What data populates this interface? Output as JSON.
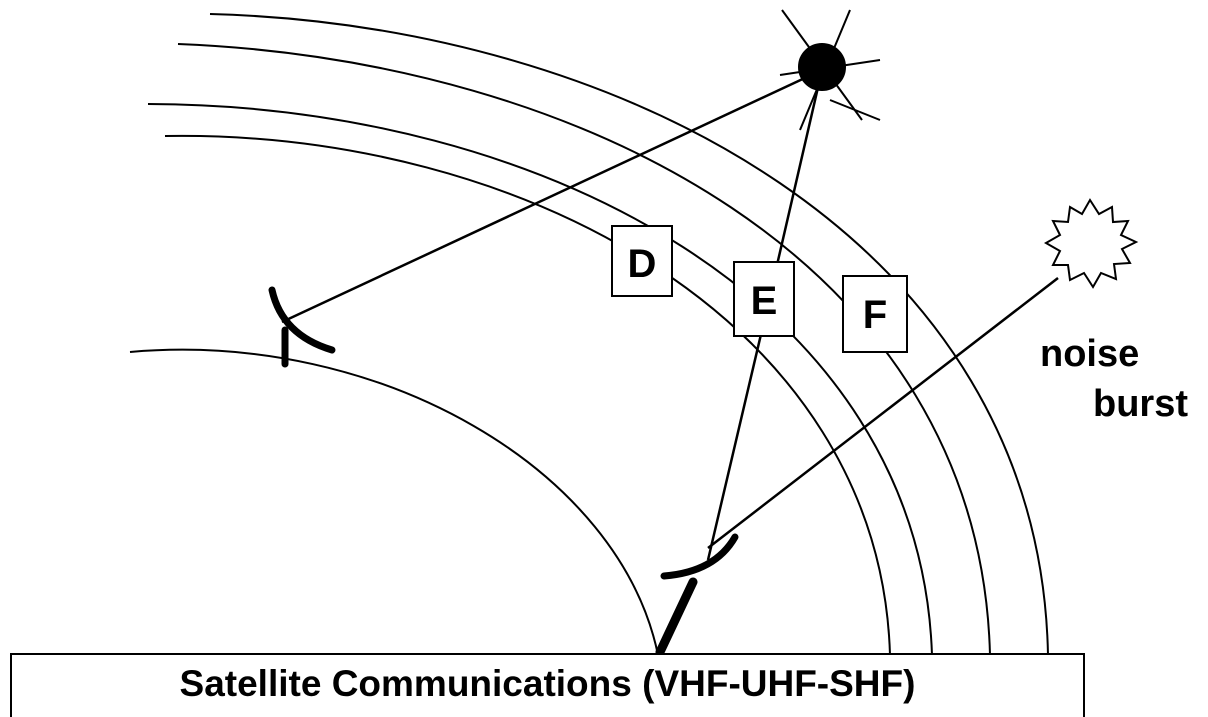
{
  "diagram": {
    "layers": [
      {
        "id": "D",
        "label": "D"
      },
      {
        "id": "E",
        "label": "E"
      },
      {
        "id": "F",
        "label": "F"
      }
    ],
    "noise_label_line1": "noise",
    "noise_label_line2": "burst",
    "caption": "Satellite Communications (VHF-UHF-SHF)",
    "icons": [
      "satellite-icon",
      "noise-burst-icon",
      "dish-antenna-icon"
    ]
  }
}
